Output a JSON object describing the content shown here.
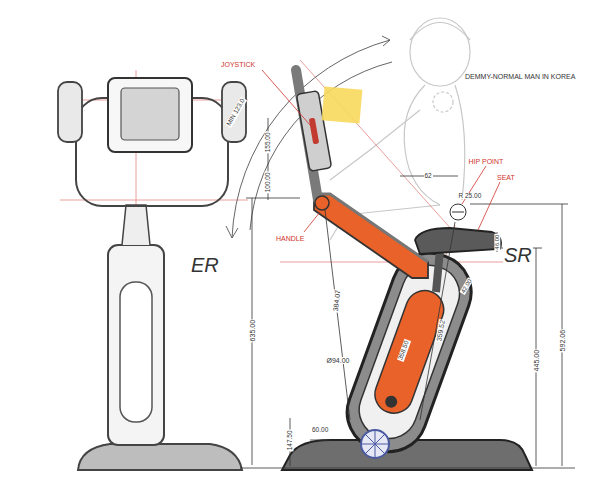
{
  "diagram": {
    "labels": [
      "JOYSTICK",
      "DEMMY-NORMAL MAN IN KOREA",
      "HIP POINT",
      "SEAT",
      "HANDLE",
      "ER",
      "SR",
      "MIN 123.0",
      "155.00",
      "100.00",
      "62",
      "R 25.00",
      "46.00",
      "42.00",
      "635.00",
      "384.07",
      "Ø94.00",
      "359.52",
      "358.50",
      "445.00",
      "592.06",
      "147.50",
      "60.00"
    ]
  }
}
